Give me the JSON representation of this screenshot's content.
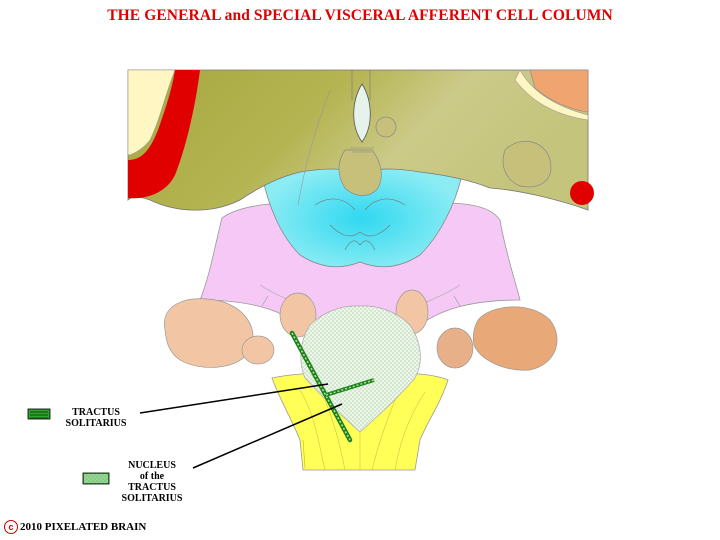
{
  "title": "THE GENERAL and SPECIAL VISCERAL AFFERENT CELL COLUMN",
  "legend": {
    "tractus": [
      "TRACTUS",
      "SOLITARIUS"
    ],
    "nucleus": [
      "NUCLEUS",
      "of the",
      "TRACTUS",
      "SOLITARIUS"
    ]
  },
  "footer": {
    "copyright_symbol": "c",
    "text": "2010  PIXELATED BRAIN"
  },
  "colors": {
    "title": "#e00000",
    "red_structure": "#e00000",
    "olive": "#b4b452",
    "olive_light": "#cccc80",
    "cream": "#fff8c8",
    "orange": "#f0a870",
    "cyan": "#70e8f0",
    "pink": "#f4c8f4",
    "peach": "#f2c8a8",
    "yellow": "#ffff60",
    "pale_green": "#e8f4e4",
    "tract_green": "#208020"
  }
}
